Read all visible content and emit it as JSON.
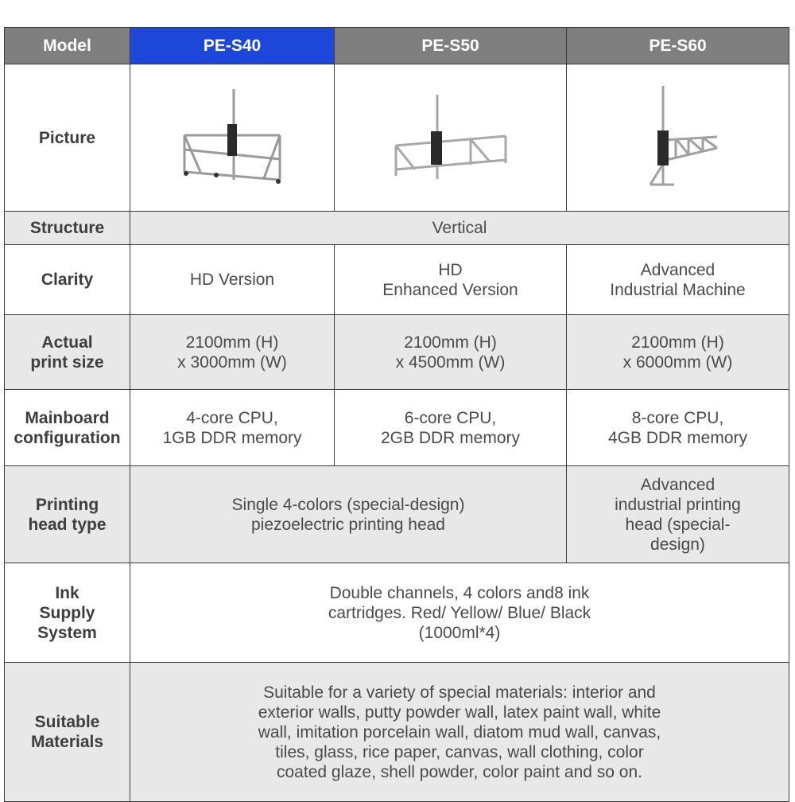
{
  "header": {
    "label": "Model",
    "models": [
      "PE-S40",
      "PE-S50",
      "PE-S60"
    ],
    "active_color": "#1d47d8",
    "header_color": "#7f7f7f"
  },
  "rows": {
    "picture": {
      "label": "Picture",
      "images": [
        "printer-s40-image",
        "printer-s50-image",
        "printer-s60-image"
      ]
    },
    "structure": {
      "label": "Structure",
      "value": "Vertical"
    },
    "clarity": {
      "label": "Clarity",
      "values": [
        "HD Version",
        "HD\nEnhanced Version",
        "Advanced\nIndustrial Machine"
      ]
    },
    "print_size": {
      "label": "Actual\nprint size",
      "values": [
        "2100mm  (H)\nx 3000mm (W)",
        "2100mm (H)\nx 4500mm (W)",
        "2100mm (H)\nx 6000mm (W)"
      ]
    },
    "mainboard": {
      "label": "Mainboard\nconfiguration",
      "values": [
        "4-core CPU,\n1GB DDR memory",
        "6-core CPU,\n2GB DDR memory",
        "8-core CPU,\n4GB DDR memory"
      ]
    },
    "print_head": {
      "label": "Printing\nhead type",
      "shared_value": "Single 4-colors (special-design)\npiezoelectric printing head",
      "s60_value": "Advanced\nindustrial printing\nhead (special-\ndesign)"
    },
    "ink": {
      "label": "Ink\nSupply\nSystem",
      "value": "Double channels, 4 colors and8 ink\ncartridges. Red/ Yellow/ Blue/ Black\n(1000ml*4)"
    },
    "materials": {
      "label": "Suitable\nMaterials",
      "value": "Suitable for a variety of special materials: interior and\nexterior walls, putty powder wall, latex paint wall, white\nwall, imitation porcelain wall, diatom mud wall, canvas,\ntiles, glass, rice paper, canvas, wall clothing, color\ncoated glaze, shell powder, color paint and so on."
    }
  }
}
